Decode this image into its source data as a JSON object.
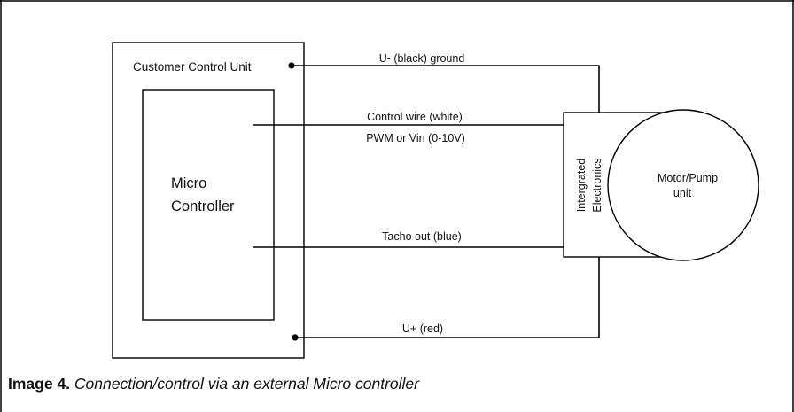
{
  "diagram": {
    "customer_unit_label": "Customer Control Unit",
    "micro_label_line1": "Micro",
    "micro_label_line2": "Controller",
    "electronics_label_line1": "Intergrated",
    "electronics_label_line2": "Electronics",
    "motor_label_line1": "Motor/Pump",
    "motor_label_line2": "unit",
    "wire_ground_label": "U- (black) ground",
    "wire_control_label_line1": "Control wire (white)",
    "wire_control_label_line2": "PWM or Vin (0-10V)",
    "wire_tacho_label": "Tacho out (blue)",
    "wire_power_label": "U+ (red)"
  },
  "caption": {
    "prefix": "Image 4.",
    "text": " Connection/control via an external Micro controller"
  }
}
